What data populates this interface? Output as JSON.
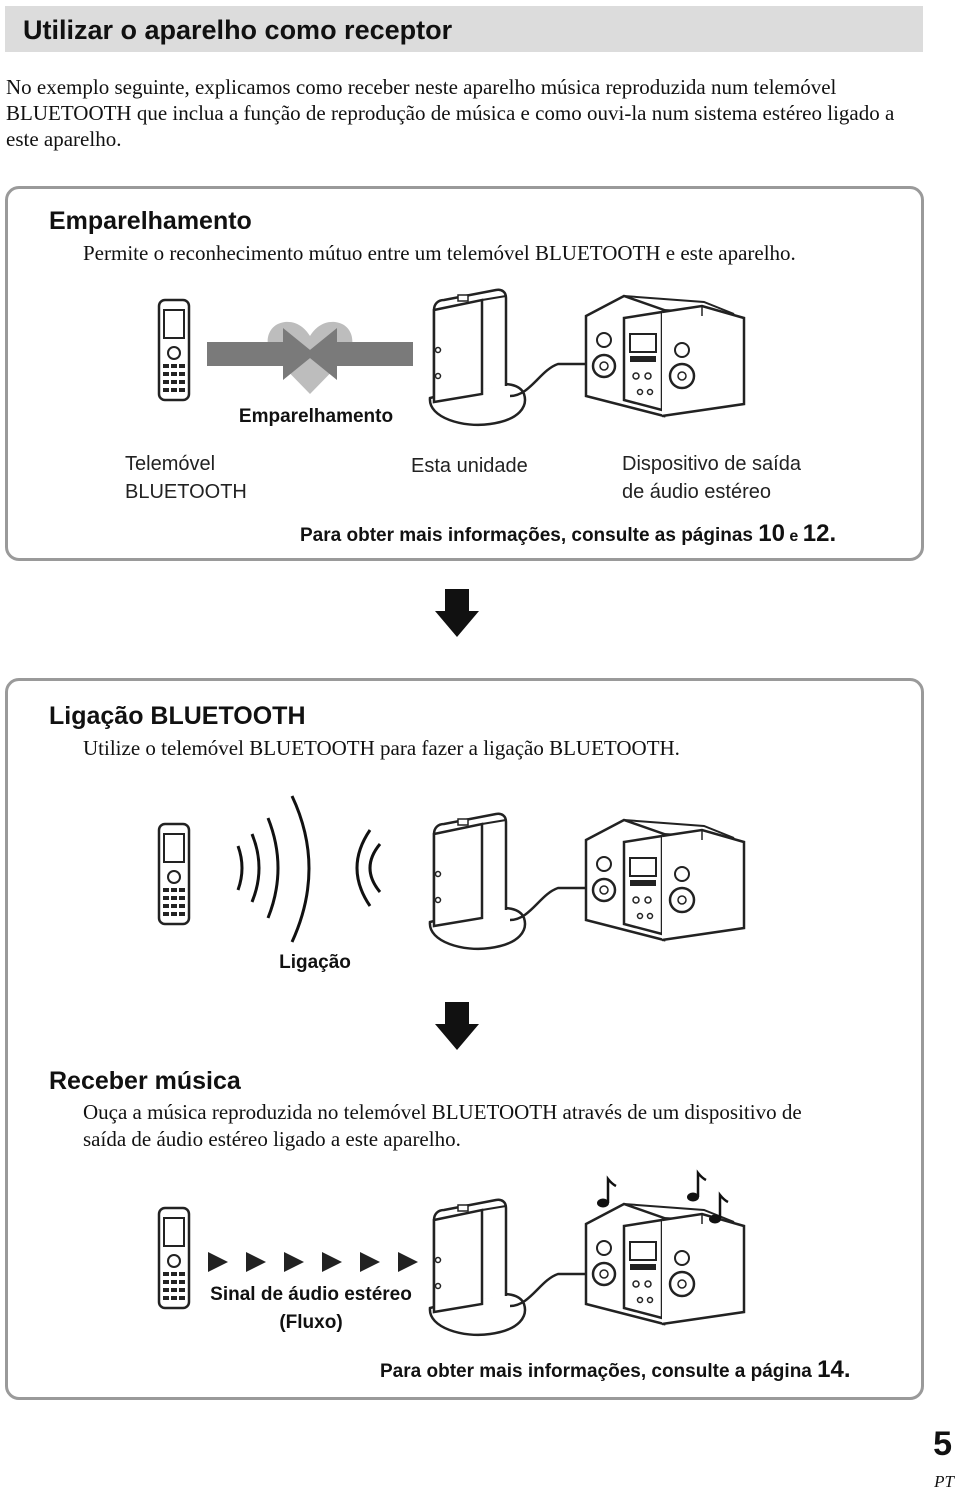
{
  "header": {
    "title": "Utilizar o aparelho como receptor"
  },
  "intro": "No exemplo seguinte, explicamos como receber neste aparelho música reproduzida num telemóvel BLUETOOTH que inclua a função de reprodução de música e como ouvi-la num sistema estéreo ligado a este aparelho.",
  "pairing": {
    "title": "Emparelhamento",
    "description": "Permite o reconhecimento mútuo entre um telemóvel BLUETOOTH e este aparelho.",
    "action_label": "Emparelhamento",
    "phone_label": "Telemóvel\nBLUETOOTH",
    "unit_label": "Esta unidade",
    "speaker_label": "Dispositivo de saída\nde áudio estéreo",
    "ref_prefix": "Para obter mais informações, consulte as páginas ",
    "ref_page_a": "10",
    "ref_and": " e ",
    "ref_page_b": "12",
    "ref_end": "."
  },
  "connection": {
    "title": "Ligação BLUETOOTH",
    "description": "Utilize o telemóvel BLUETOOTH para fazer a ligação BLUETOOTH.",
    "action_label": "Ligação"
  },
  "receive": {
    "title": "Receber música",
    "description": "Ouça a música reproduzida no telemóvel BLUETOOTH através de um dispositivo de saída de áudio estéreo ligado a este aparelho.",
    "signal_label": "Sinal de áudio estéreo\n(Fluxo)",
    "ref_prefix": "Para obter mais informações, consulte a página ",
    "ref_page": "14",
    "ref_end": "."
  },
  "footer": {
    "page_number": "5",
    "language": "PT"
  }
}
